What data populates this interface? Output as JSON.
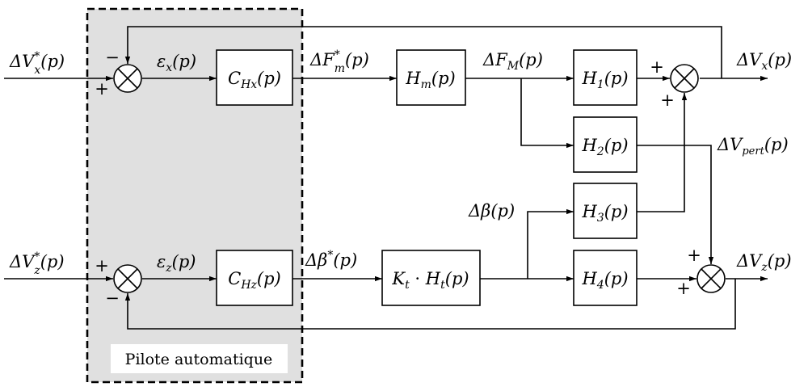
{
  "diagram": {
    "colors": {
      "zone_fill": "#e0e0e0",
      "line": "#000000",
      "box_fill": "#ffffff"
    },
    "zone": {
      "label": "Pilote automatique"
    },
    "blocks": {
      "chx": {
        "label": "C",
        "sub": "Hx",
        "arg": "(p)"
      },
      "chz": {
        "label": "C",
        "sub": "Hz",
        "arg": "(p)"
      },
      "hm": {
        "label": "H",
        "sub": "m",
        "arg": "(p)"
      },
      "h1": {
        "label": "H",
        "sub": "1",
        "arg": "(p)"
      },
      "h2": {
        "label": "H",
        "sub": "2",
        "arg": "(p)"
      },
      "h3": {
        "label": "H",
        "sub": "3",
        "arg": "(p)"
      },
      "h4": {
        "label": "H",
        "sub": "4",
        "arg": "(p)"
      },
      "ktht": {
        "k": "K",
        "k_sub": "t",
        "dot": " · ",
        "h": "H",
        "h_sub": "t",
        "arg": "(p)"
      }
    },
    "signals": {
      "vx_ref": {
        "main": "ΔV",
        "sub": "x",
        "sup": "*",
        "arg": "(p)"
      },
      "vz_ref": {
        "main": "ΔV",
        "sub": "z",
        "sup": "*",
        "arg": "(p)"
      },
      "eps_x": {
        "main": "ε",
        "sub": "x",
        "arg": "(p)"
      },
      "eps_z": {
        "main": "ε",
        "sub": "z",
        "arg": "(p)"
      },
      "dfm_ref": {
        "main": "ΔF",
        "sub": "m",
        "sup": "*",
        "arg": "(p)"
      },
      "dfm": {
        "main": "ΔF",
        "sub": "M",
        "arg": "(p)"
      },
      "dbeta_ref": {
        "main": "Δβ",
        "sup": "*",
        "arg": "(p)"
      },
      "dbeta": {
        "main": "Δβ",
        "arg": "(p)"
      },
      "vx_out": {
        "main": "ΔV",
        "sub": "x",
        "arg": "(p)"
      },
      "vz_out": {
        "main": "ΔV",
        "sub": "z",
        "arg": "(p)"
      },
      "vpert": {
        "main": "ΔV",
        "sub": "pert",
        "arg": "(p)"
      }
    },
    "signs": {
      "s1_top": "−",
      "s1_bottom": "+",
      "s2_top": "+",
      "s2_bottom": "−",
      "s3_left": "+",
      "s3_bottom": "+",
      "s4_top": "+",
      "s4_left": "+"
    }
  }
}
